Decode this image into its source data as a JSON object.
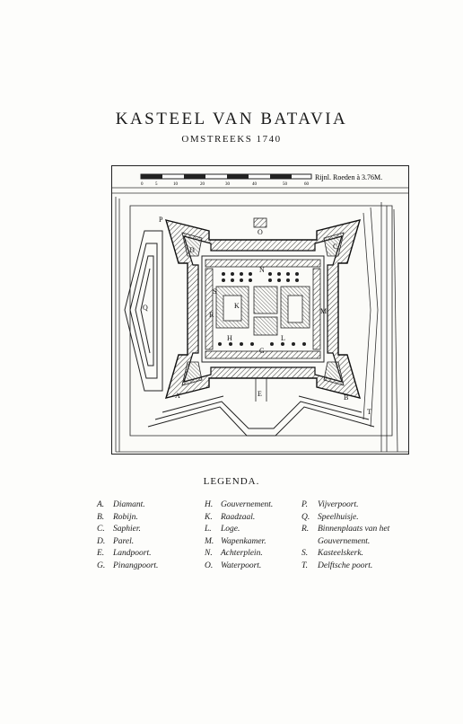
{
  "title": "KASTEEL VAN BATAVIA",
  "subtitle": "OMSTREEKS 1740",
  "map": {
    "scale_label": "Rijnl. Roeden à 3.76M.",
    "scale_ticks": [
      "0",
      "5",
      "10",
      "20",
      "30",
      "40",
      "50",
      "60"
    ],
    "letters": {
      "A": "A",
      "B": "B",
      "C": "C",
      "D": "D",
      "E": "E",
      "G": "G",
      "H": "H",
      "K": "K",
      "L": "L",
      "M": "M",
      "N": "N",
      "O": "O",
      "P": "P",
      "Q": "Q",
      "R": "R",
      "S": "S",
      "T": "T"
    }
  },
  "legend": {
    "title": "LEGENDA.",
    "col1": [
      {
        "key": "A.",
        "text": "Diamant."
      },
      {
        "key": "B.",
        "text": "Robijn."
      },
      {
        "key": "C.",
        "text": "Saphier."
      },
      {
        "key": "D.",
        "text": "Parel."
      },
      {
        "key": "E.",
        "text": "Landpoort."
      },
      {
        "key": "G.",
        "text": "Pinangpoort."
      }
    ],
    "col2": [
      {
        "key": "H.",
        "text": "Gouvernement."
      },
      {
        "key": "K.",
        "text": "Raadzaal."
      },
      {
        "key": "L.",
        "text": "Loge."
      },
      {
        "key": "M.",
        "text": "Wapenkamer."
      },
      {
        "key": "N.",
        "text": "Achterplein."
      },
      {
        "key": "O.",
        "text": "Waterpoort."
      }
    ],
    "col3": [
      {
        "key": "P.",
        "text": "Vijverpoort."
      },
      {
        "key": "Q.",
        "text": "Speelhuisje."
      },
      {
        "key": "R.",
        "text": "Binnenplaats van het",
        "cont": "Gouvernement."
      },
      {
        "key": "S.",
        "text": "Kasteelskerk."
      },
      {
        "key": "T.",
        "text": "Delftsche poort."
      }
    ]
  }
}
